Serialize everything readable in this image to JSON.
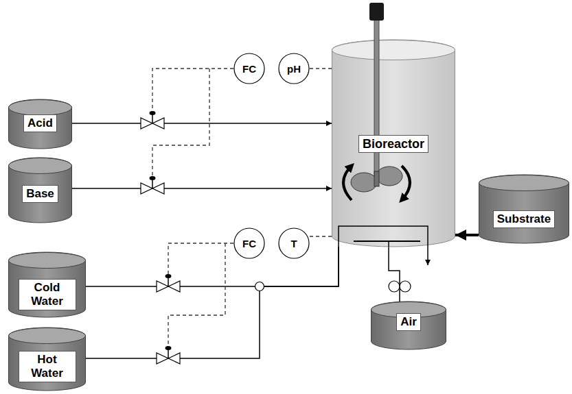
{
  "diagram": {
    "nodes": [
      {
        "text": [
          "Acid"
        ]
      },
      {
        "text": [
          "Base"
        ]
      },
      {
        "text": [
          "Cold Water"
        ]
      },
      {
        "text": [
          "Hot Water"
        ]
      },
      {
        "text": [
          "FC"
        ]
      },
      {
        "text": [
          "pH"
        ]
      },
      {
        "text": [
          "Bioreactor"
        ]
      },
      {
        "text": [
          "FC"
        ]
      },
      {
        "text": [
          "T"
        ]
      },
      {
        "text": [
          "Substrate"
        ]
      },
      {
        "text": [
          "Air"
        ]
      }
    ],
    "edges": [
      {
        "from": 0,
        "to": 6,
        "arrow": "to"
      },
      {
        "from": 1,
        "to": 6,
        "arrow": "to"
      },
      {
        "from": 2,
        "to": 6,
        "arrow": "none"
      },
      {
        "from": 3,
        "to": 6,
        "arrow": "none"
      },
      {
        "from": 9,
        "to": 6,
        "arrow": "to"
      },
      {
        "from": 10,
        "to": 6,
        "arrow": "none"
      },
      {
        "from": 5,
        "to": 6,
        "arrow": "none"
      },
      {
        "from": 8,
        "to": 6,
        "arrow": "none"
      }
    ]
  }
}
